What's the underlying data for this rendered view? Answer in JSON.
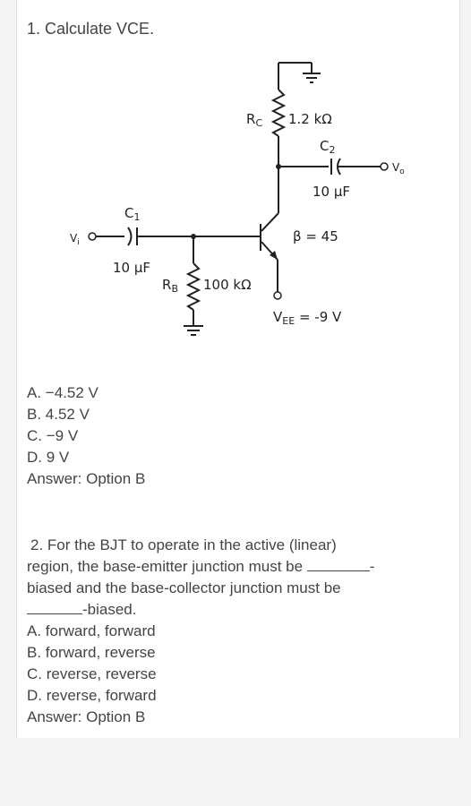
{
  "question1": {
    "title": "1. Calculate VCE.",
    "circuit": {
      "rc_label": "R",
      "rc_sub": "C",
      "rc_value": "1.2 kΩ",
      "c2_label": "C",
      "c2_sub": "2",
      "c2_value": "10 μF",
      "vo_label": "V",
      "vo_sub": "o",
      "c1_label": "C",
      "c1_sub": "1",
      "c1_value": "10 μF",
      "vi_label": "V",
      "vi_sub": "i",
      "beta_label": "β = 45",
      "rb_label": "R",
      "rb_sub": "B",
      "rb_value": "100 kΩ",
      "vee_label": "V",
      "vee_sub": "EE",
      "vee_value": " = -9 V"
    },
    "options": [
      "A. −4.52 V",
      "B. 4.52 V",
      "C. −9 V",
      "D. 9 V"
    ],
    "answer": "Answer: Option B"
  },
  "question2": {
    "line1": "2. For the BJT to operate in the active (linear)",
    "line2_start": "region, the base-emitter junction must be",
    "line2_end": "-",
    "line3": "biased and the base-collector junction must be",
    "line4_end": "-biased.",
    "options": [
      "A. forward, forward",
      "B. forward, reverse",
      "C. reverse, reverse",
      "D. reverse, forward"
    ],
    "answer": "Answer: Option B"
  }
}
